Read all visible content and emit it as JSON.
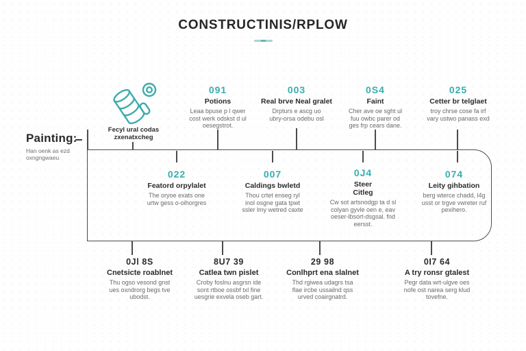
{
  "header": {
    "title": "CONSTRUCTINIS/RPLOW"
  },
  "painting_label": {
    "title": "Painting:",
    "subtitle": "Han oenk as ezd\noxngngwaeu"
  },
  "icon_step": {
    "icon": "spray-can-icon",
    "label": "Fecyl ural codas\nzxenatxcheg"
  },
  "top_row": [
    {
      "num": "091",
      "title": "Potions",
      "desc": "Leaa bpuse p l qwer\ncost werk odskst d ul\noesegstrot."
    },
    {
      "num": "003",
      "title": "Real brve Neal gralet",
      "desc": "Drpturs e ascg uo\nubry-orsa odebu osl"
    },
    {
      "num": "0S4",
      "title": "Faint",
      "desc": "Cher ave oe sght ul\nfuu owbc parer od\nges frp cears dane."
    },
    {
      "num": "025",
      "title": "Cetter br telglaet",
      "desc": "troy chrse cose fa irf\nvary ustwo panass exd"
    }
  ],
  "middle_row": [
    {
      "num": "022",
      "title": "Featord orpylalet",
      "desc": "The oryoe exats one\nurtw gess o-oihorgres"
    },
    {
      "num": "007",
      "title": "Caldings bwletd",
      "desc": "Thou crtet enseg ryl\ninol osgne gata tpwt\nssler lmy wetred caxte"
    },
    {
      "num": "0J4",
      "title": "Steer\nCitleg",
      "desc": "Cw sot artsnodgp ta d sl\ncolyan gyvle oen e, eav\noeser-lbsort-dsgsal. fnd\neersst."
    },
    {
      "num": "074",
      "title": "Leity gihbation",
      "desc": "berg wterce chadd, l4g\nusst or trgve vwreter ruf\npexihero."
    }
  ],
  "bottom_row": [
    {
      "num": "0Jl 8S",
      "title": "Cnetsicte roablnet",
      "desc": "Thu ogso vesond gnst\nues oxndrorg begs tve\nubodst."
    },
    {
      "num": "8U7 39",
      "title": "Catlea twn pislet",
      "desc": "Croby foslnu asgrsn ide\nsont rtboe ossbf txl fine\nuesgrie exvela oseb gart."
    },
    {
      "num": "29 98",
      "title": "Conlhprt ena slalnet",
      "desc": "Thd rgiwea udagrs tsa\nflae ircbe ussailnd qss\nurved coairgnatrd."
    },
    {
      "num": "0I7 64",
      "title": "A try ronsr gtalest",
      "desc": "Pegr data wrt-ulgve oes\nnofe ost narea serg klud\ntovefne."
    }
  ],
  "colors": {
    "accent": "#35AEAE",
    "text_dark": "#2B2B2B",
    "text_gray": "#6A6A6A",
    "line": "#4B4B4B"
  }
}
